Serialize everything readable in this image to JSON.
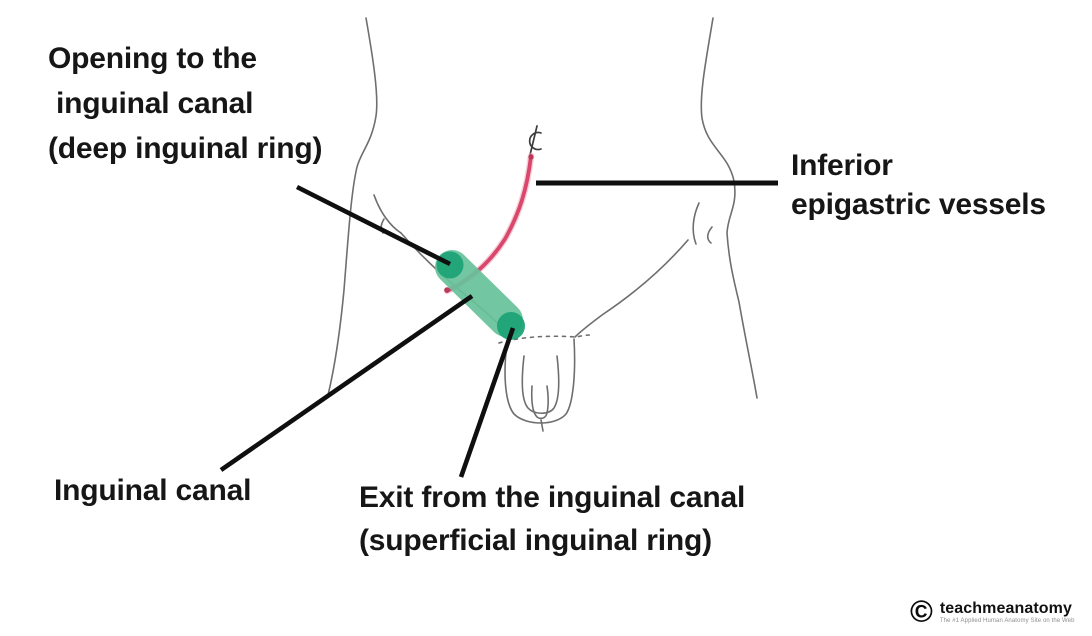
{
  "colors": {
    "background": "#ffffff",
    "text": "#161616",
    "leader_line": "#0f0f0f",
    "sketch_stroke": "#4f4f4f",
    "vessel_red": "#d9486c",
    "vessel_red_soft": "#efa3b4",
    "vessel_red_dark": "#b93a58",
    "canal_green": "#68c29b",
    "ring_green": "#1ea377",
    "tagline_gray": "#8f8f8f"
  },
  "labels": {
    "deep_ring": {
      "lines": [
        "Opening to the",
        "inguinal canal",
        "(deep inguinal ring)"
      ]
    },
    "epigastric_vessels": {
      "lines": [
        "Inferior",
        "epigastric vessels"
      ]
    },
    "inguinal_canal": {
      "lines": [
        "Inguinal canal"
      ]
    },
    "superficial_ring": {
      "lines": [
        "Exit from the inguinal canal",
        "(superficial inguinal ring)"
      ]
    }
  },
  "annotations": {
    "centerline_symbol": "℄"
  },
  "logo": {
    "copyright_symbol": "©",
    "brand": "teachmeanatomy",
    "tagline": "The #1 Applied Human Anatomy Site on the Web"
  }
}
